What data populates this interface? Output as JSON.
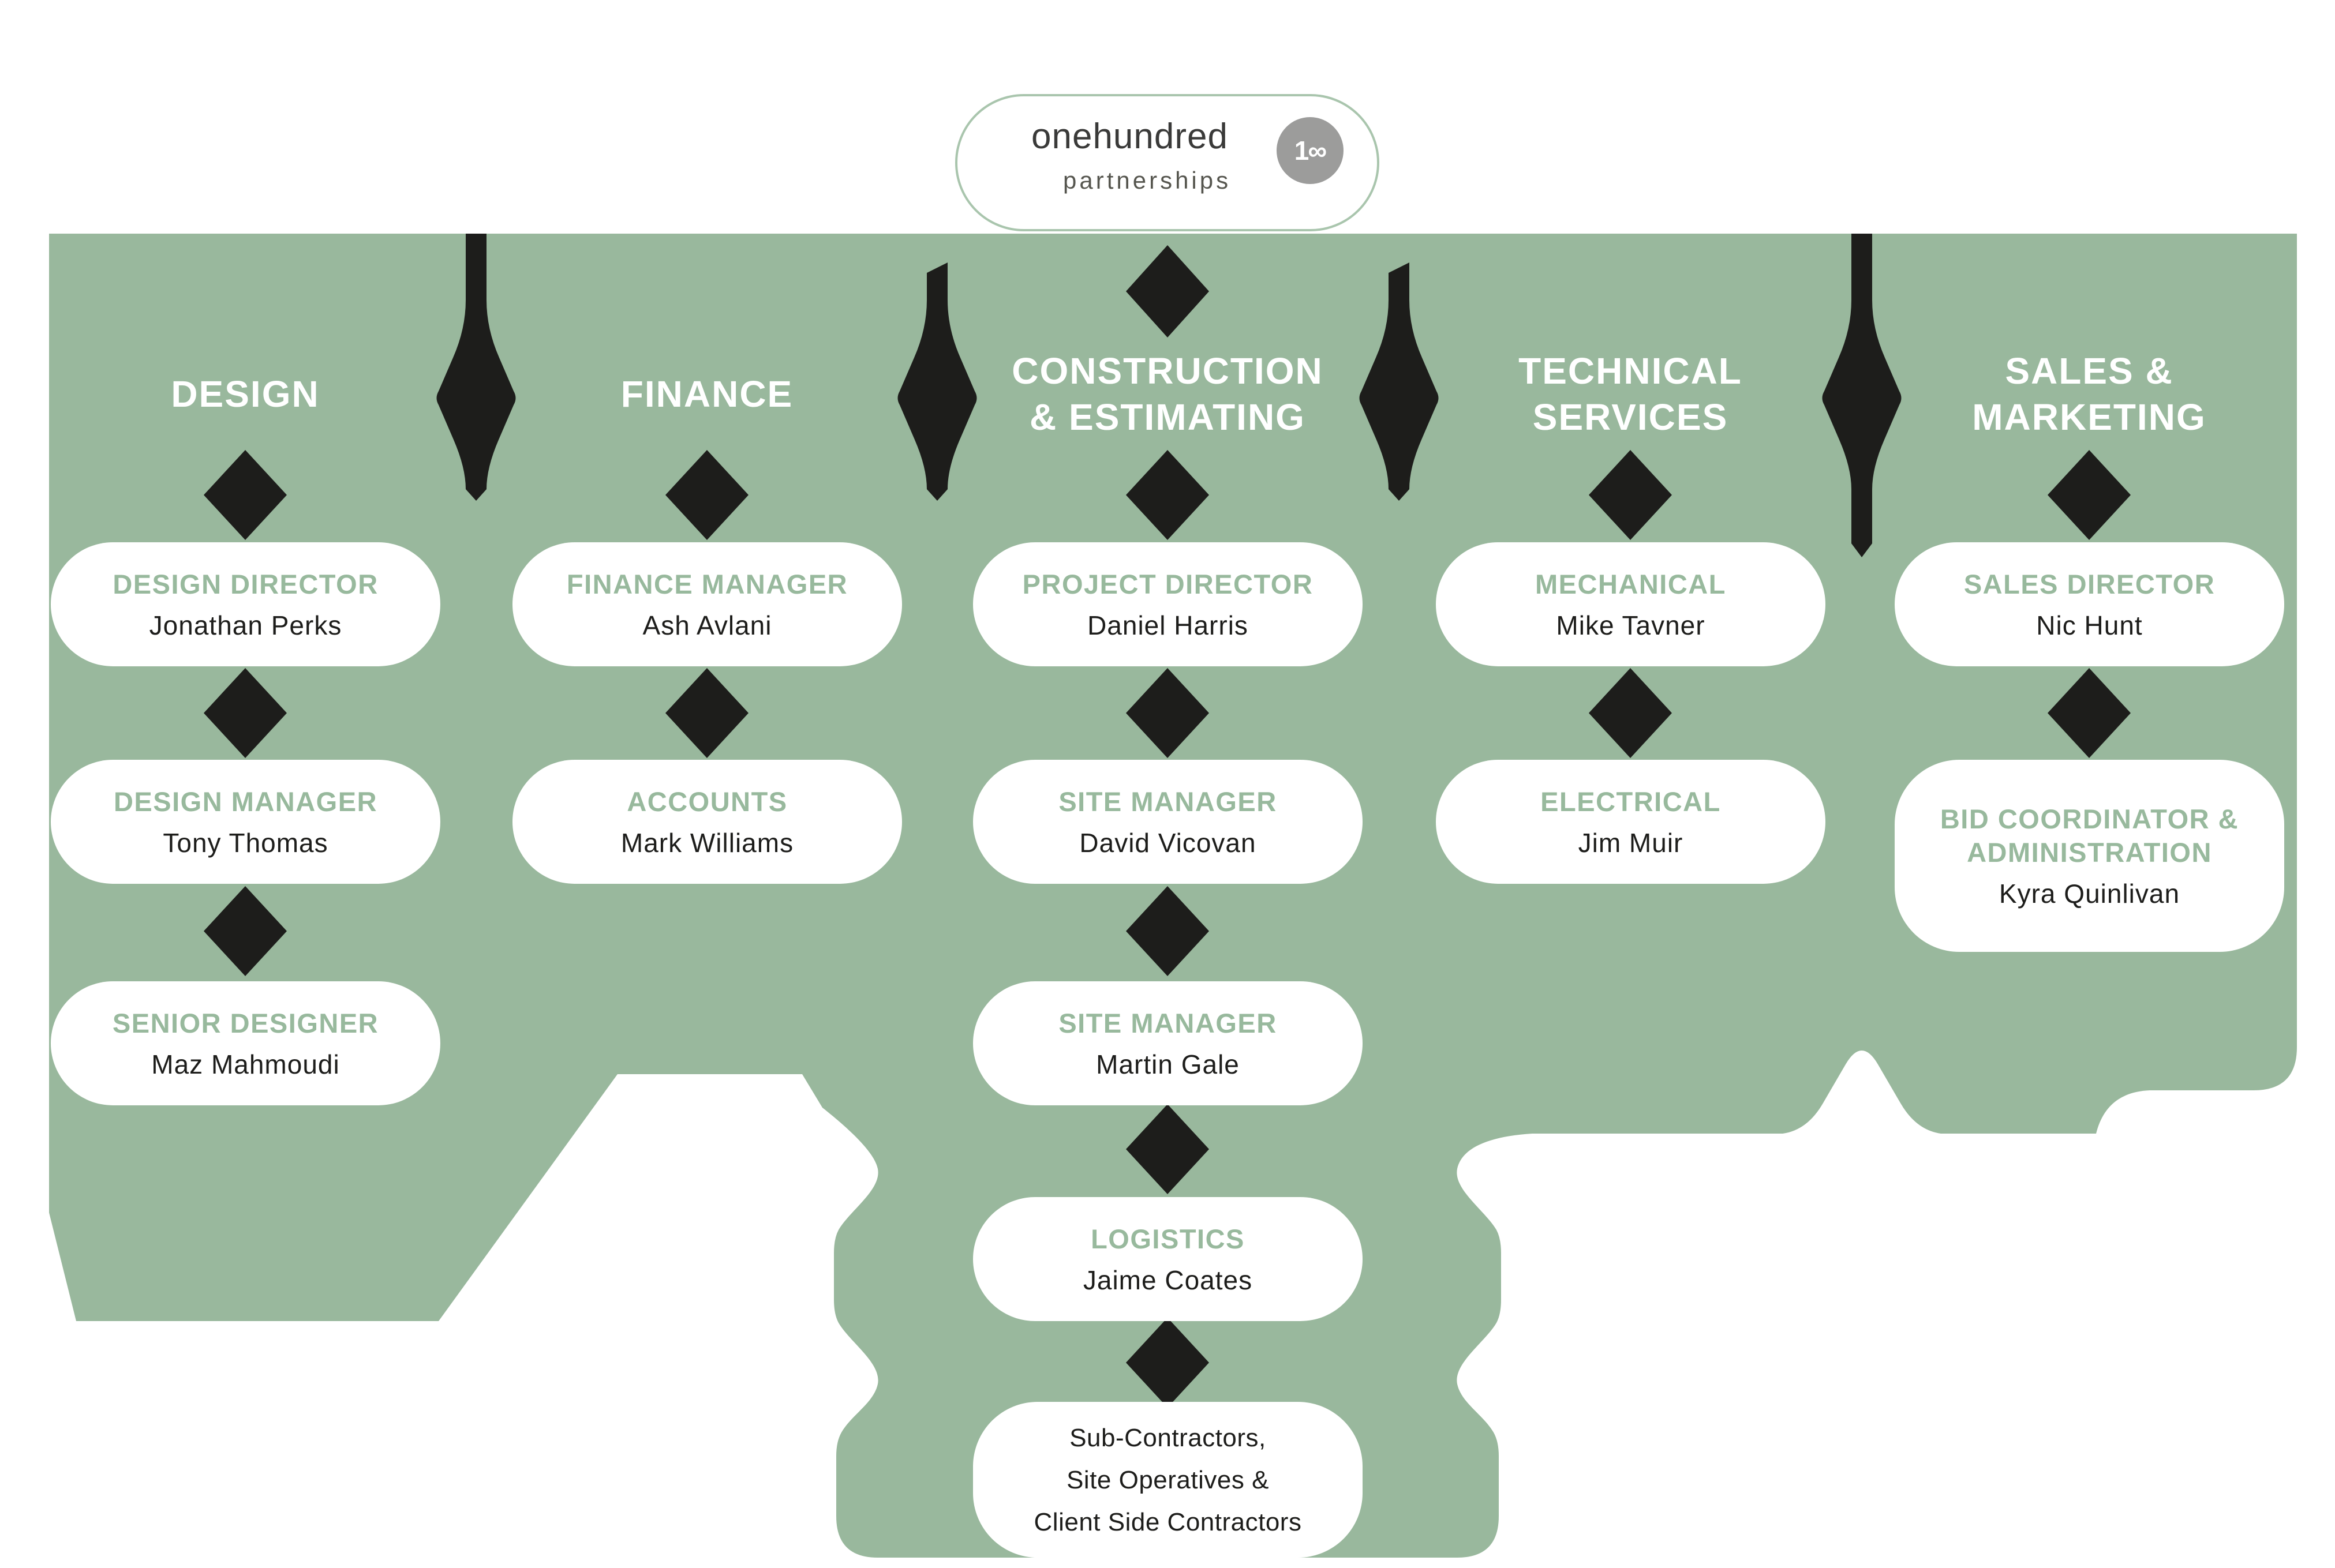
{
  "logo": {
    "brand": "onehundred",
    "sub": "partnerships",
    "badge": "1∞"
  },
  "colors": {
    "background_green": "#99b89d",
    "panel_white": "#ffffff",
    "ink_black": "#1d1d1b",
    "box_title_green": "#98b99d",
    "logo_circle_gray": "#9c9c9b",
    "logo_border_green": "#a9c5ad"
  },
  "columns": [
    {
      "id": "design",
      "header_lines": [
        "DESIGN"
      ],
      "boxes": [
        {
          "title_lines": [
            "DESIGN DIRECTOR"
          ],
          "name": "Jonathan Perks"
        },
        {
          "title_lines": [
            "DESIGN MANAGER"
          ],
          "name": "Tony Thomas"
        },
        {
          "title_lines": [
            "SENIOR DESIGNER"
          ],
          "name": "Maz Mahmoudi"
        }
      ]
    },
    {
      "id": "finance",
      "header_lines": [
        "FINANCE"
      ],
      "boxes": [
        {
          "title_lines": [
            "FINANCE MANAGER"
          ],
          "name": "Ash Avlani"
        },
        {
          "title_lines": [
            "ACCOUNTS"
          ],
          "name": "Mark Williams"
        }
      ]
    },
    {
      "id": "construction-estimating",
      "header_lines": [
        "CONSTRUCTION",
        "& ESTIMATING"
      ],
      "boxes": [
        {
          "title_lines": [
            "PROJECT DIRECTOR"
          ],
          "name": "Daniel Harris"
        },
        {
          "title_lines": [
            "SITE MANAGER"
          ],
          "name": "David Vicovan"
        },
        {
          "title_lines": [
            "SITE MANAGER"
          ],
          "name": "Martin Gale"
        },
        {
          "title_lines": [
            "LOGISTICS"
          ],
          "name": "Jaime Coates"
        },
        {
          "plain_lines": [
            "Sub-Contractors,",
            "Site Operatives &",
            "Client Side Contractors"
          ]
        }
      ]
    },
    {
      "id": "technical-services",
      "header_lines": [
        "TECHNICAL",
        "SERVICES"
      ],
      "boxes": [
        {
          "title_lines": [
            "MECHANICAL"
          ],
          "name": "Mike Tavner"
        },
        {
          "title_lines": [
            "ELECTRICAL"
          ],
          "name": "Jim Muir"
        }
      ]
    },
    {
      "id": "sales-marketing",
      "header_lines": [
        "SALES &",
        "MARKETING"
      ],
      "boxes": [
        {
          "title_lines": [
            "SALES DIRECTOR"
          ],
          "name": "Nic Hunt"
        },
        {
          "title_lines": [
            "BID COORDINATOR &",
            "ADMINISTRATION"
          ],
          "name": "Kyra Quinlivan"
        }
      ]
    }
  ]
}
